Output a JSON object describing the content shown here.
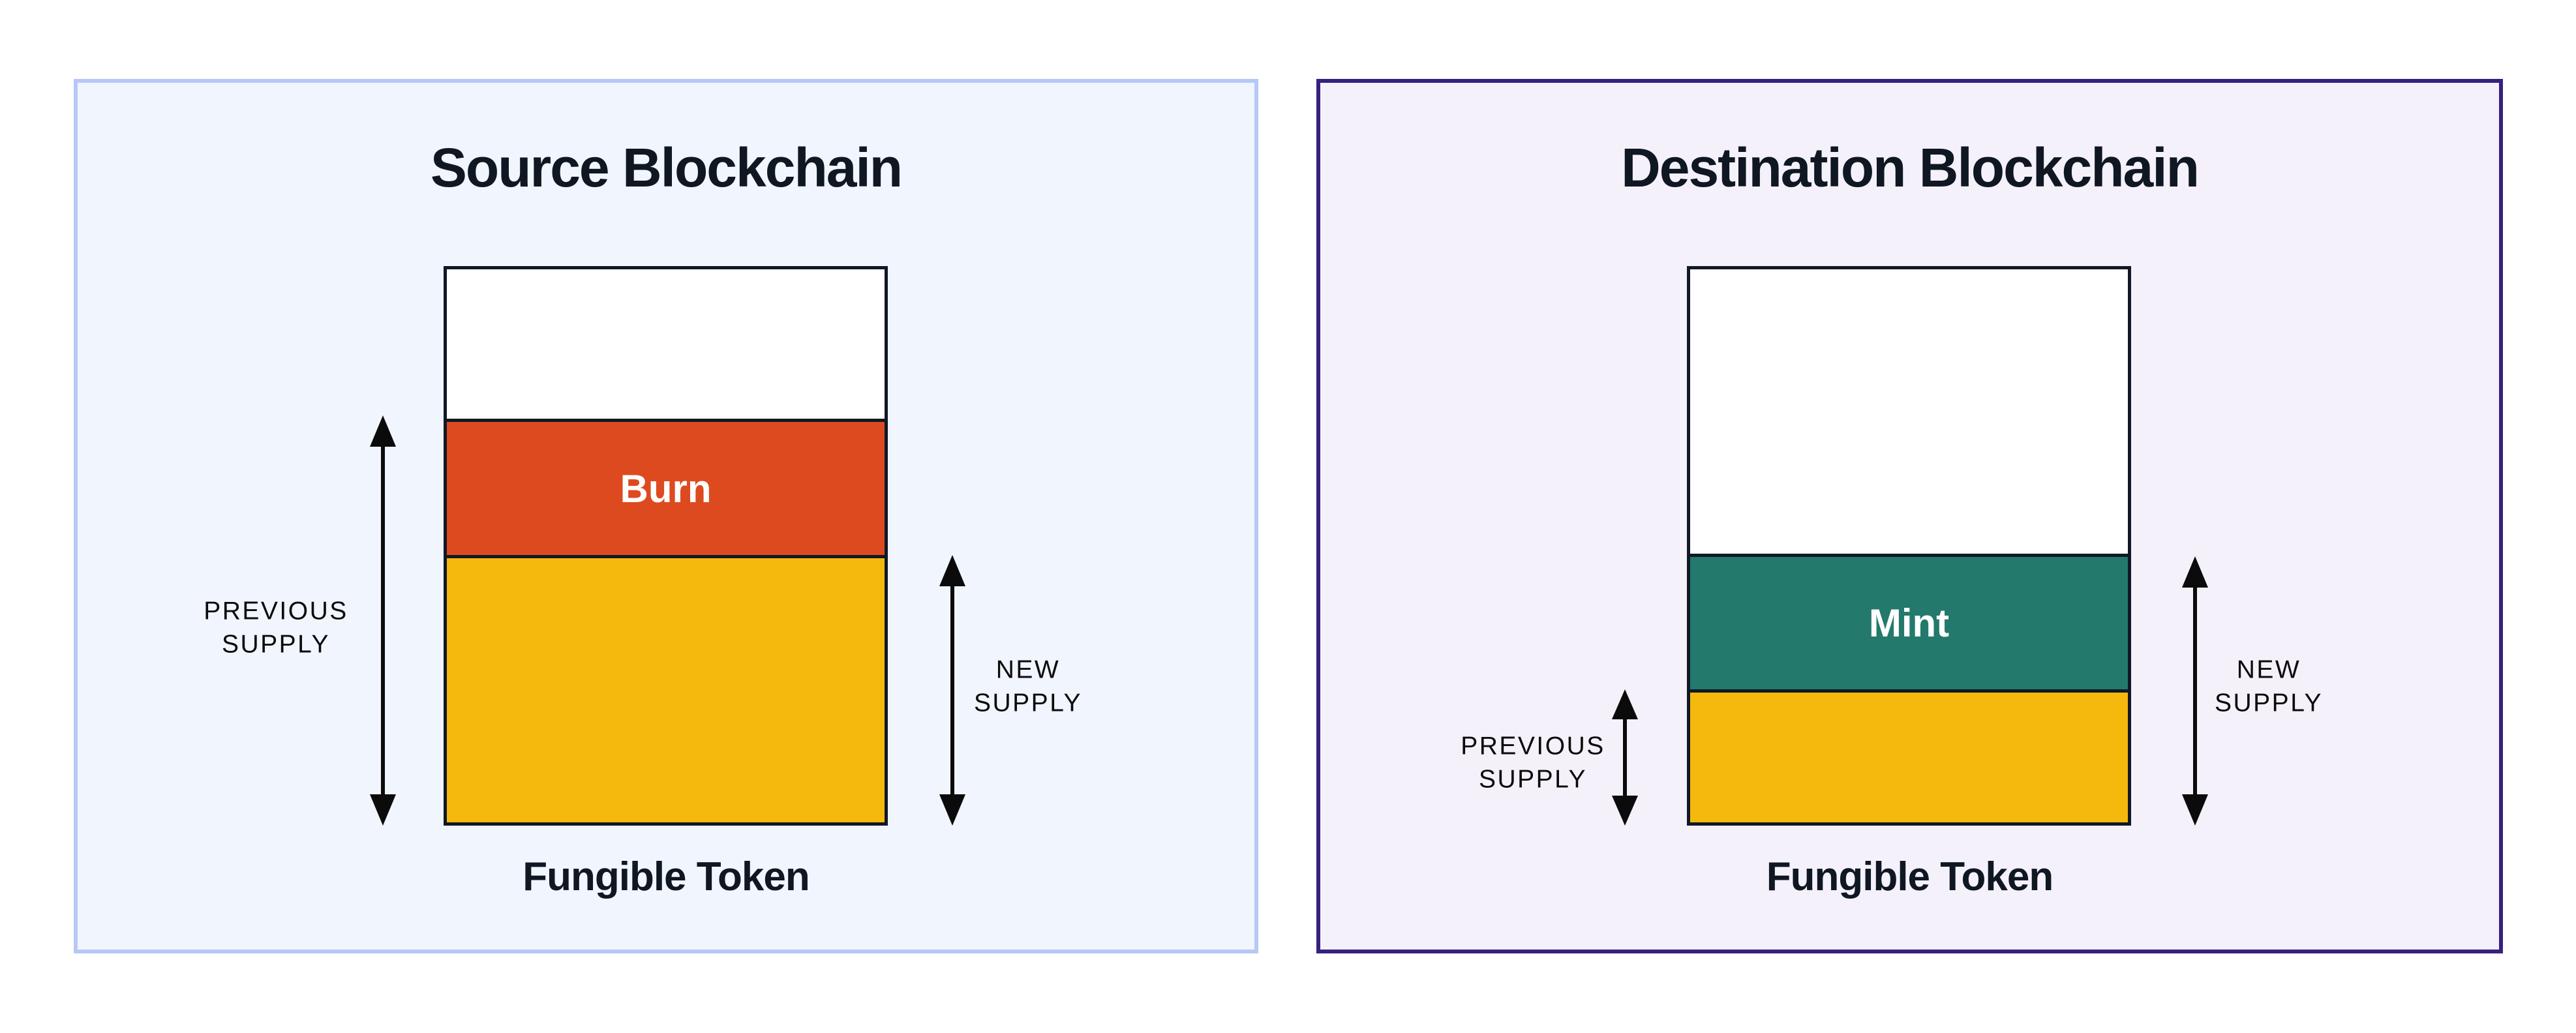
{
  "diagram": {
    "source": {
      "title": "Source Blockchain",
      "token_label": "Fungible Token",
      "previous_supply_label": "PREVIOUS\nSUPPLY",
      "new_supply_label": "NEW\nSUPPLY",
      "bar_segments": [
        {
          "name": "unissued",
          "label": "",
          "color": "#FFFFFF"
        },
        {
          "name": "burn",
          "label": "Burn",
          "color": "#DE4A1F"
        },
        {
          "name": "remaining-supply",
          "label": "",
          "color": "#F5B80D"
        }
      ]
    },
    "destination": {
      "title": "Destination Blockchain",
      "token_label": "Fungible Token",
      "previous_supply_label": "PREVIOUS\nSUPPLY",
      "new_supply_label": "NEW\nSUPPLY",
      "bar_segments": [
        {
          "name": "unissued",
          "label": "",
          "color": "#FFFFFF"
        },
        {
          "name": "mint",
          "label": "Mint",
          "color": "#23796C"
        },
        {
          "name": "previous-supply",
          "label": "",
          "color": "#F5B80D"
        }
      ]
    }
  },
  "colors": {
    "source_panel_bg": "#F1F5FD",
    "source_panel_border": "#B6C9F6",
    "destination_panel_bg": "#F4F1FB",
    "destination_panel_border": "#37217F",
    "burn_red": "#DE4A1F",
    "mint_teal": "#23796C",
    "supply_yellow": "#F5B80D",
    "bar_outline": "#101826",
    "arrow_black": "#0B0B0B",
    "heading_text": "#0F1722"
  }
}
